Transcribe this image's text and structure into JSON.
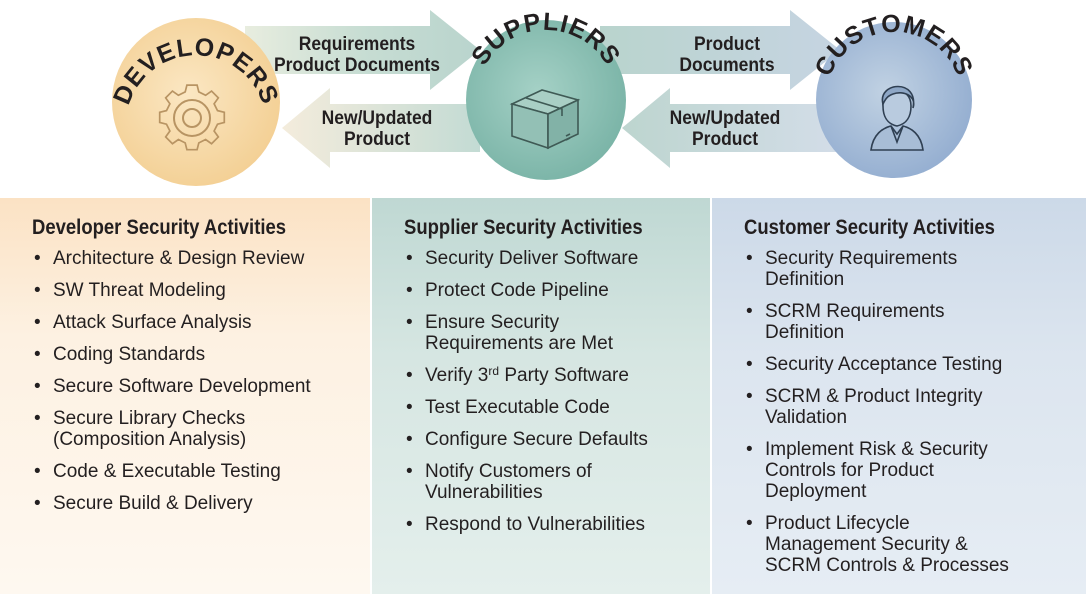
{
  "flow": {
    "developers": {
      "title": "DEVELOPERS",
      "icon": "gear-icon",
      "color": "#f6d9a4"
    },
    "suppliers": {
      "title": "SUPPLIERS",
      "icon": "package-box-icon",
      "color": "#8fc2b6"
    },
    "customers": {
      "title": "CUSTOMERS",
      "icon": "person-icon",
      "color": "#a9bfd6"
    },
    "arrows": {
      "dev_to_sup": [
        "Requirements",
        "Product Documents"
      ],
      "sup_to_dev": [
        "New/Updated",
        "Product"
      ],
      "sup_to_cus": [
        "Product",
        "Documents"
      ],
      "cus_to_sup": [
        "New/Updated",
        "Product"
      ]
    }
  },
  "columns": [
    {
      "title": "Developer Security Activities",
      "items": [
        "Architecture & Design Review",
        "SW Threat Modeling",
        "Attack Surface Analysis",
        "Coding Standards",
        "Secure Software Development",
        "Secure Library Checks\n(Composition Analysis)",
        "Code & Executable Testing",
        "Secure Build & Delivery"
      ]
    },
    {
      "title": "Supplier Security Activities",
      "items": [
        "Security Deliver Software",
        "Protect Code Pipeline",
        "Ensure Security\nRequirements are Met",
        "Verify 3rd Party Software",
        "Test Executable Code",
        "Configure Secure Defaults",
        "Notify Customers of\nVulnerabilities",
        "Respond to Vulnerabilities"
      ]
    },
    {
      "title": "Customer Security Activities",
      "items": [
        "Security Requirements\nDefinition",
        "SCRM Requirements\nDefinition",
        "Security Acceptance Testing",
        "SCRM & Product Integrity\nValidation",
        "Implement Risk & Security\nControls for Product\nDeployment",
        "Product Lifecycle\nManagement Security &\nSCRM Controls & Processes"
      ]
    }
  ]
}
